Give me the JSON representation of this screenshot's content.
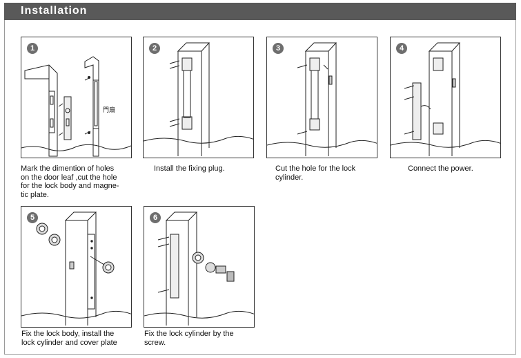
{
  "header": {
    "title": "Installation"
  },
  "steps": [
    {
      "number": "1",
      "caption": "Mark the dimention of holes\non the door leaf ,cut the hole\nfor the lock body and magne-\ntic plate.",
      "diagram_label": "門扇"
    },
    {
      "number": "2",
      "caption": "Install the fixing plug."
    },
    {
      "number": "3",
      "caption": "Cut the hole for the lock\ncylinder."
    },
    {
      "number": "4",
      "caption": "Connect the power."
    },
    {
      "number": "5",
      "caption": "Fix the lock body, install the\nlock cylinder and cover plate"
    },
    {
      "number": "6",
      "caption": "Fix the lock cylinder by the\nscrew."
    }
  ]
}
